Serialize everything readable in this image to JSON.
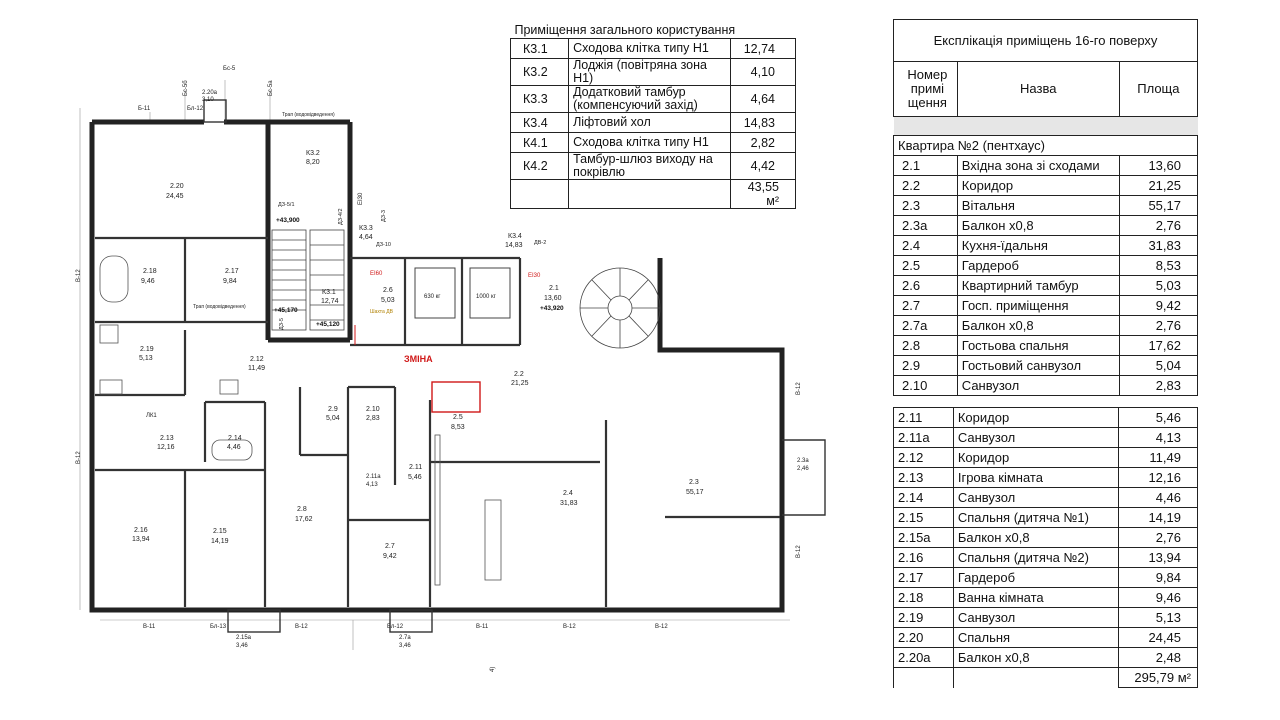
{
  "common": {
    "title": "Приміщення загального користування",
    "rows": [
      {
        "code": "К3.1",
        "name": "Сходова клітка типу Н1",
        "area": "12,74"
      },
      {
        "code": "К3.2",
        "name": "Лоджія (повітряна зона Н1)",
        "area": "4,10"
      },
      {
        "code": "К3.3",
        "name": "Додатковий тамбур (компенсуючий захід)",
        "area": "4,64"
      },
      {
        "code": "К3.4",
        "name": "Ліфтовий хол",
        "area": "14,83"
      },
      {
        "code": "К4.1",
        "name": "Сходова клітка типу Н1",
        "area": "2,82"
      },
      {
        "code": "К4.2",
        "name": "Тамбур-шлюз виходу на покрівлю",
        "area": "4,42"
      }
    ],
    "total": "43,55 м²"
  },
  "explication": {
    "title": "Експлікація приміщень 16-го поверху",
    "col_number": "Номер примі щення",
    "col_name": "Назва",
    "col_area": "Площа",
    "apartment": "Квартира №2 (пентхаус)",
    "rows_top": [
      {
        "num": "2.1",
        "name": "Вхідна зона зі сходами",
        "area": "13,60"
      },
      {
        "num": "2.2",
        "name": "Коридор",
        "area": "21,25"
      },
      {
        "num": "2.3",
        "name": "Вітальня",
        "area": "55,17"
      },
      {
        "num": "2.3а",
        "name": "Балкон х0,8",
        "area": "2,76"
      },
      {
        "num": "2.4",
        "name": "Кухня-їдальня",
        "area": "31,83"
      },
      {
        "num": "2.5",
        "name": "Гардероб",
        "area": "8,53"
      },
      {
        "num": "2.6",
        "name": "Квартирний тамбур",
        "area": "5,03"
      },
      {
        "num": "2.7",
        "name": "Госп. приміщення",
        "area": "9,42"
      },
      {
        "num": "2.7а",
        "name": "Балкон х0,8",
        "area": "2,76"
      },
      {
        "num": "2.8",
        "name": "Гостьова спальня",
        "area": "17,62"
      },
      {
        "num": "2.9",
        "name": "Гостьовий санвузол",
        "area": "5,04"
      },
      {
        "num": "2.10",
        "name": "Санвузол",
        "area": "2,83"
      }
    ],
    "rows_bottom": [
      {
        "num": "2.11",
        "name": "Коридор",
        "area": "5,46"
      },
      {
        "num": "2.11а",
        "name": "Санвузол",
        "area": "4,13"
      },
      {
        "num": "2.12",
        "name": "Коридор",
        "area": "11,49"
      },
      {
        "num": "2.13",
        "name": "Ігрова кімната",
        "area": "12,16"
      },
      {
        "num": "2.14",
        "name": "Санвузол",
        "area": "4,46"
      },
      {
        "num": "2.15",
        "name": "Спальня (дитяча №1)",
        "area": "14,19"
      },
      {
        "num": "2.15а",
        "name": "Балкон х0,8",
        "area": "2,76"
      },
      {
        "num": "2.16",
        "name": "Спальня (дитяча №2)",
        "area": "13,94"
      },
      {
        "num": "2.17",
        "name": "Гардероб",
        "area": "9,84"
      },
      {
        "num": "2.18",
        "name": "Ванна кімната",
        "area": "9,46"
      },
      {
        "num": "2.19",
        "name": "Санвузол",
        "area": "5,13"
      },
      {
        "num": "2.20",
        "name": "Спальня",
        "area": "24,45"
      },
      {
        "num": "2.20а",
        "name": "Балкон х0,8",
        "area": "2,48"
      }
    ],
    "total": "295,79 м²"
  },
  "plan": {
    "change_mark": "ЗМІНА",
    "rooms": [
      {
        "id": "2.20",
        "area": "24,45"
      },
      {
        "id": "2.18",
        "area": "9,46"
      },
      {
        "id": "2.17",
        "area": "9,84"
      },
      {
        "id": "2.19",
        "area": "5,13"
      },
      {
        "id": "2.12",
        "area": "11,49"
      },
      {
        "id": "2.13",
        "area": "12,16"
      },
      {
        "id": "2.14",
        "area": "4,46"
      },
      {
        "id": "2.16",
        "area": "13,94"
      },
      {
        "id": "2.15",
        "area": "14,19"
      },
      {
        "id": "2.9",
        "area": "5,04"
      },
      {
        "id": "2.10",
        "area": "2,83"
      },
      {
        "id": "2.11а",
        "area": "4,13"
      },
      {
        "id": "2.11",
        "area": "5,46"
      },
      {
        "id": "2.8",
        "area": "17,62"
      },
      {
        "id": "2.7",
        "area": "9,42"
      },
      {
        "id": "2.6",
        "area": "5,03"
      },
      {
        "id": "2.2",
        "area": "21,25"
      },
      {
        "id": "2.5",
        "area": "8,53"
      },
      {
        "id": "2.4",
        "area": "31,83"
      },
      {
        "id": "2.3",
        "area": "55,17"
      },
      {
        "id": "2.3а",
        "area": "2,46"
      },
      {
        "id": "2.1",
        "area": "13,60"
      },
      {
        "id": "К3.1",
        "area": "12,74"
      },
      {
        "id": "К3.2",
        "area": "8,20"
      },
      {
        "id": "К3.3",
        "area": "4,64"
      },
      {
        "id": "К3.4",
        "area": "14,83"
      },
      {
        "id": "2.20а",
        "area": "3,10"
      },
      {
        "id": "2.15а",
        "area": "3,46"
      },
      {
        "id": "2.7а",
        "area": "3,46"
      }
    ],
    "levels": [
      "+43,900",
      "+45,170",
      "+45,120",
      "+43,920"
    ],
    "lifts": [
      "630 кг",
      "1000 кг"
    ],
    "axes": [
      "Б-11",
      "Бл-12",
      "Бс-5",
      "Бс-5б",
      "Бс-5а",
      "В-12",
      "В-12",
      "В-12",
      "В-12",
      "В-11",
      "Бл-13",
      "В-12",
      "Бл-12",
      "В-11",
      "В-12",
      "В-12"
    ],
    "tags": [
      "Трап (водовідведення)",
      "Трап (водовідведення)",
      "Шахта ДВ",
      "ЛК1",
      "ДЗ-5/1",
      "ДЗ-4/2",
      "ДЗ-3",
      "ДЗ-10",
      "ДВ-2",
      "ДЗ-5",
      "ЕІ30",
      "ЕІ60",
      "ЕІ30",
      "4)"
    ]
  }
}
